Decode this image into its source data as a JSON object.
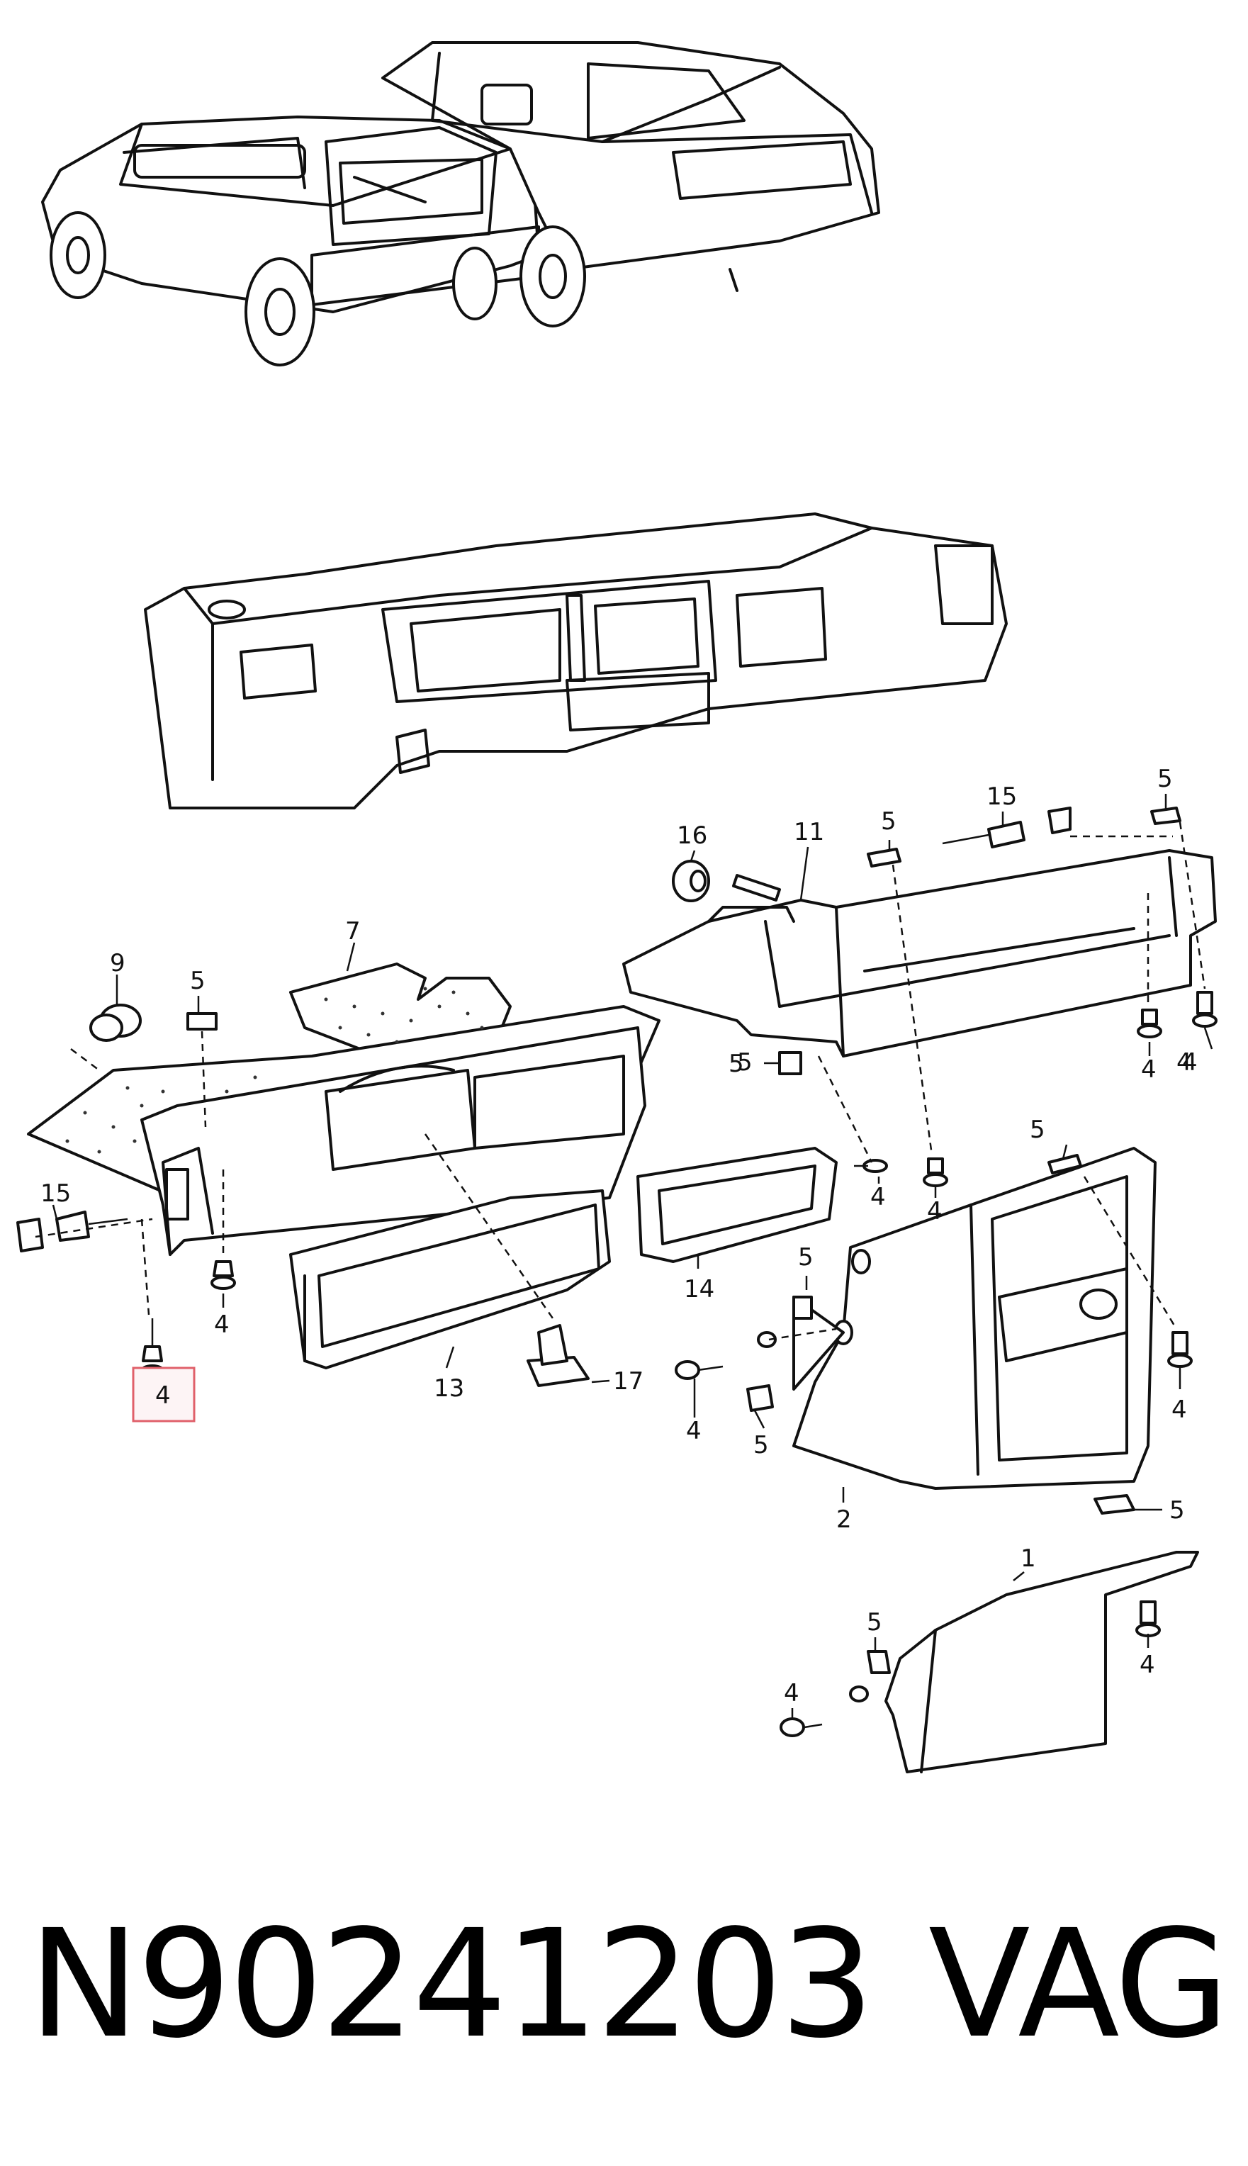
{
  "part_number": "N90241203",
  "brand": "VAG",
  "highlight_color": "#e0606a",
  "callouts": {
    "c1": "1",
    "c2": "2",
    "c4a": "4",
    "c4b": "4",
    "c4c": "4",
    "c4d": "4",
    "c4e": "4",
    "c4f": "4",
    "c4g": "4",
    "c4h": "4",
    "c4i": "4",
    "c4j": "4",
    "c5a": "5",
    "c5b": "5",
    "c5c": "5",
    "c5d": "5",
    "c5e": "5",
    "c5f": "5",
    "c5g": "5",
    "c5h": "5",
    "c5i": "5",
    "c5j": "5",
    "c7": "7",
    "c9": "9",
    "c11": "11",
    "c13": "13",
    "c14": "14",
    "c15a": "15",
    "c15b": "15",
    "c16": "16",
    "c17": "17",
    "highlighted": "4"
  }
}
